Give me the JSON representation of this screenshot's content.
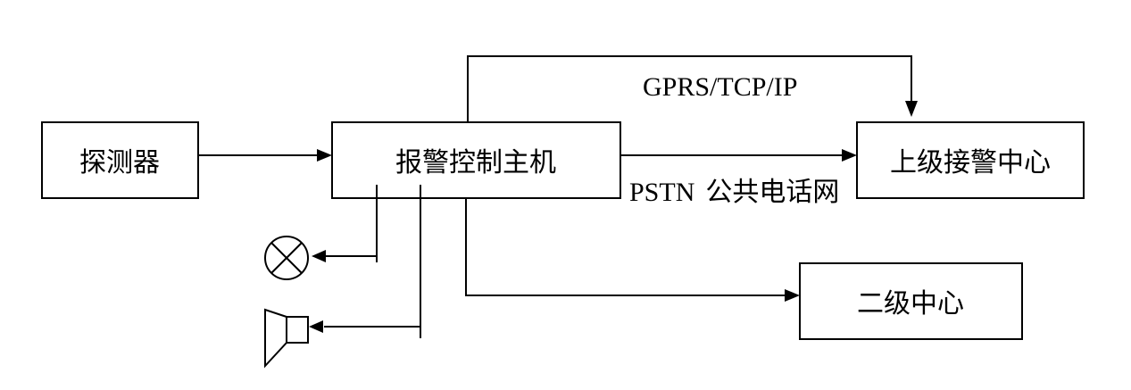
{
  "boxes": {
    "detector": "探测器",
    "alarm_host": "报警控制主机",
    "upper_center": "上级接警中心",
    "second_center": "二级中心"
  },
  "links": {
    "gprs": "GPRS/TCP/IP",
    "pstn_prefix": "PSTN",
    "pstn_suffix": "公共电话网"
  },
  "icons": {
    "lamp": "alarm-lamp-icon",
    "speaker": "speaker-icon"
  }
}
